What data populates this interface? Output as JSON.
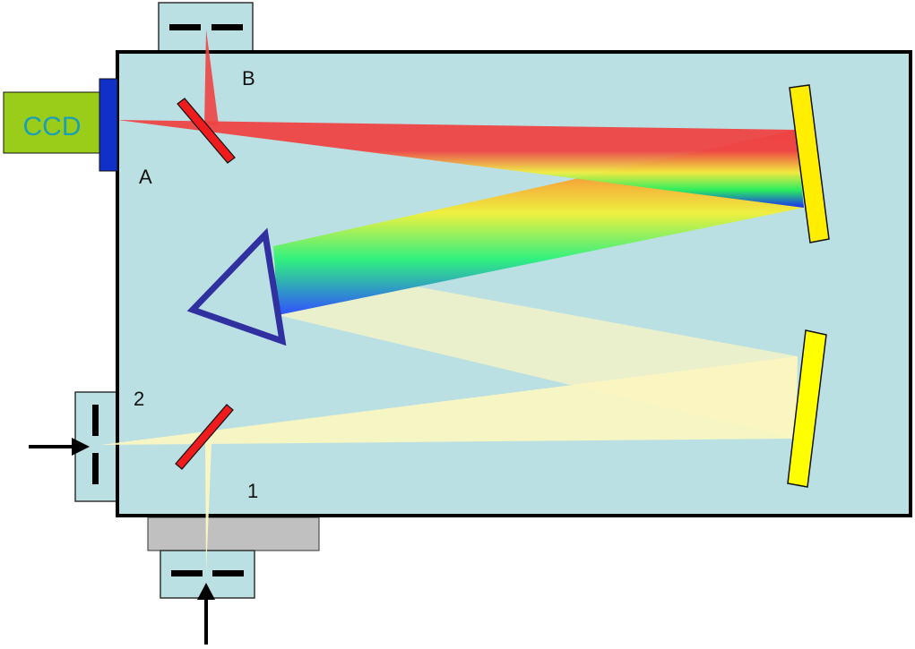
{
  "title": "Spectrometer optical layout with CCD detector",
  "labels": {
    "ccd": "CCD",
    "exit_a": "A",
    "exit_b": "B",
    "entrance_1": "1",
    "entrance_2": "2"
  },
  "components": [
    {
      "id": "ccd-detector",
      "label": "CCD"
    },
    {
      "id": "exit-slit-b",
      "label": "B"
    },
    {
      "id": "exit-port-a",
      "label": "A"
    },
    {
      "id": "entrance-slit-1",
      "label": "1"
    },
    {
      "id": "entrance-slit-2",
      "label": "2"
    },
    {
      "id": "prism"
    },
    {
      "id": "collimating-mirror"
    },
    {
      "id": "focusing-mirror"
    },
    {
      "id": "exit-flip-mirror"
    },
    {
      "id": "entrance-flip-mirror"
    }
  ],
  "colors": {
    "housing": "#bbe0e3",
    "housing_border": "#000000",
    "ccd_body": "#9acd1a",
    "ccd_window": "#1030c8",
    "mirror": "#ffee00",
    "flip_mirror": "#ee1c1c",
    "prism": "#3030a0",
    "white_light": "#fdf7c0",
    "mount": "#c0c0c0",
    "arrow": "#000000"
  },
  "spectrum_colors": [
    "#ee4444",
    "#ff4a1a",
    "#ffa020",
    "#eeee40",
    "#40ff80",
    "#10e060",
    "#2080e0",
    "#2040ff"
  ]
}
